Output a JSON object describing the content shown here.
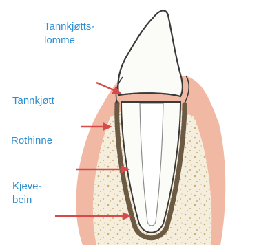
{
  "labels": {
    "pocket_line1": "Tannkjøtts-",
    "pocket_line2": "lomme",
    "gum": "Tannkjøtt",
    "ligament": "Rothinne",
    "bone_line1": "Kjeve-",
    "bone_line2": "bein"
  },
  "colors": {
    "label_text": "#2e8fd2",
    "arrow": "#d8494a",
    "gum": "#f1b9a4",
    "bone": "#f6eedc",
    "bone_speckle": "#c9b07a",
    "tooth": "#fbfbf8",
    "outline": "#3a3a3a",
    "ligament_dots": "#6b5a44"
  }
}
